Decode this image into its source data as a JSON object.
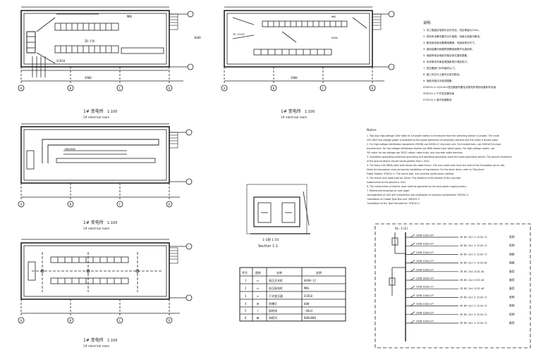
{
  "plans": [
    {
      "title_cn": "1# 变电所",
      "scale": "1:100",
      "title_en": "1# electrical room"
    },
    {
      "title_cn": "1# 变电所",
      "scale": "1:100",
      "title_en": "1# electrical room"
    },
    {
      "title_cn": "1# 变电所",
      "scale": "1:100",
      "title_en": "1# electrical room"
    },
    {
      "title_cn": "1# 变电所",
      "scale": "1:100",
      "title_en": "1# electrical room"
    }
  ],
  "section": {
    "title_cn": "1-1剖 1:50",
    "title_en": "Section 1-1"
  },
  "grid_labels": [
    "A",
    "B",
    "C",
    "D"
  ],
  "notes_cn": {
    "heading": "说明:",
    "lines": [
      "1. 本工程高压电源引自开关站，电压等级为10kV。",
      "2. 变电所设备布置详见平面图，电缆沿电缆沟敷设。",
      "3. 配电柜底部设置基础槽钢，安装前核对尺寸。",
      "4. 接地装置利用建筑物基础钢筋作为接地体。",
      "5. 电缆桥架及电缆沟做法参见国标图集。",
      "6. 本说明未尽事宜按国家现行规范执行。",
      "7. 变压器室门为甲级防火门。",
      "8. 施工时应与土建专业密切配合。",
      "9. 电缆沟做法见相关图集。",
      "03D201-4  10/0.4kV变压器室布置及变配电所常用设备构件安装",
      "99D201-2  干式变压器安装",
      "97D101-2  室内电缆敷设"
    ]
  },
  "notes_en": {
    "heading": "Notes:",
    "lines": [
      "1. Two-way high-voltage 10kV cable of 1# power station is introduced from the switching station in project. The route",
      "   200-1800 low-voltage power is provided by the power generator of secondary stations and the utility is buried cable",
      "2. For high-voltage distribution equipment (HXGN) use HXGN-12 ring main unit. For transformers, use 200kVA Dry-type",
      "   transformers. For low-voltage distribution boards use MNS drawer type switch gears. For high-voltage cables, use",
      "   YJV cable; for low voltage use YJV22 cables, cable trays, and concrete cable trenches.",
      "3. Substation grounding protective grounding and operating grounding share the same grounding device. The ground resistance",
      "   of the ground device should not be greater than 1 Ohm.",
      "4. The base 10# (MNS) steel shall follow the cable trench. The bury cable shall have the level of the foundation pit on site.",
      "   Verify the foundation sizes during the installation of transformer. For the other items, refer to 'Structural",
      "   Power Station' 97D201-1. The trench wall, use concrete construction method.",
      "5. The trench and cable shall be 10mm. The distance of the bottom of the concrete",
      "   substructure to the ground is 10m.",
      "6. The construction of electric room shall be approved by the local power supply bureau.",
      "7. Referenced drawings on next page:",
      "   'Arrangement of 10/0.4kV transformer and installation of common components' 03D201-4",
      "   'Installation of Closed Type Bus Line' 99D201-2",
      "   'Installation of Dry Type Transformer' 97D101-2"
    ]
  },
  "legend": {
    "header": [
      "序号",
      "图例",
      "名称",
      "说明"
    ],
    "rows": [
      [
        "1",
        "▭",
        "高压开关柜",
        "HXGN-12"
      ],
      [
        "2",
        "▭",
        "低压配电柜",
        "MNS"
      ],
      [
        "3",
        "▭",
        "干式变压器",
        "SCB10"
      ],
      [
        "4",
        "⊗",
        "防爆灯",
        "60W"
      ],
      [
        "5",
        "—",
        "接地线",
        "-40x4"
      ],
      [
        "6",
        "▬",
        "电缆沟",
        "800x800"
      ]
    ]
  },
  "schematic": {
    "heading": "AL-1(E)",
    "rows": [
      {
        "breaker": "C65N-D16A/3P",
        "cable": "ZR-BV-3x2.5-SC20-CC",
        "load": "照明"
      },
      {
        "breaker": "C65N-D16A/3P",
        "cable": "ZR-BV-3x2.5-SC20-CC",
        "load": "照明"
      },
      {
        "breaker": "C65N-D16A/1P",
        "cable": "ZR-BV-3x2.5-SC20-CC",
        "load": "插座"
      },
      {
        "breaker": "C65N-D16A/1P",
        "cable": "ZR-BV-3x2.5-SC20-WC",
        "load": "插座"
      },
      {
        "breaker": "C65N-D16A/1P",
        "cable": "ZR-BV-3x4-SC25-WC",
        "load": "备用"
      },
      {
        "breaker": "C65N-D20A/1P",
        "cable": "ZR-BV-3x4-SC25-WC",
        "load": "备用"
      },
      {
        "breaker": "C65N-D20A/1P",
        "cable": "ZR-BV-3x4-SC25-WC",
        "load": "备用"
      },
      {
        "breaker": "C65N-D16A/1P",
        "cable": "ZR-BV-3x2.5-SC20-CC",
        "load": "照明"
      },
      {
        "breaker": "C65N-D16A/1P",
        "cable": "ZR-BV-3x2.5-SC20-CC",
        "load": "照明"
      },
      {
        "breaker": "C65N-D16A/1P",
        "cable": "ZR-BV-3x2.5-SC20-CC",
        "load": "照明"
      },
      {
        "breaker": "C65N-D16A/1P",
        "cable": "ZR-BV-3x2.5-SC20-CC",
        "load": "备用"
      }
    ]
  }
}
